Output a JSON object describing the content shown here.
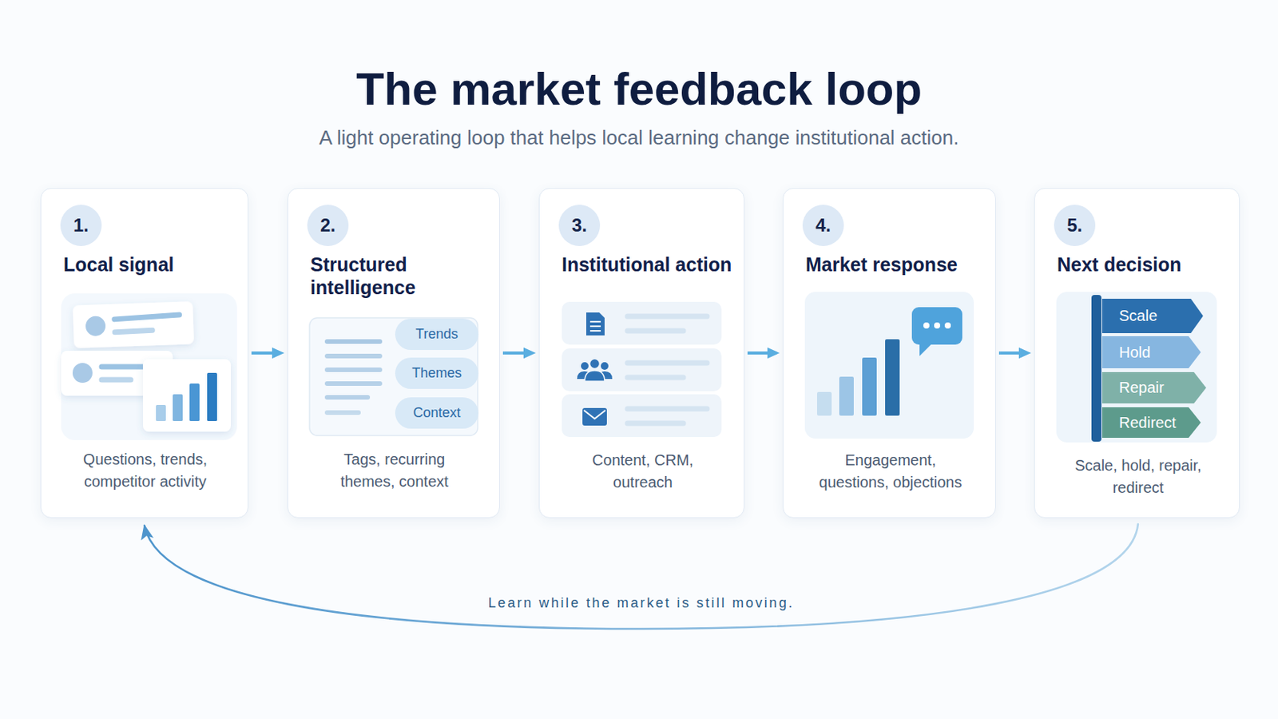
{
  "diagram": {
    "title": "The market feedback loop",
    "caption": "A light operating loop that helps local learning change institutional action.",
    "nodes": [
      {
        "text": [
          "Local signal",
          "Questions, trends, competitor activity"
        ]
      },
      {
        "text": [
          "1."
        ],
        "in": 0
      },
      {
        "text": [
          "Structured intelligence",
          "Tags, recurring themes, context"
        ]
      },
      {
        "text": [
          "2."
        ],
        "in": 2
      },
      {
        "text": [
          "Trends"
        ],
        "in": 2
      },
      {
        "text": [
          "Themes"
        ],
        "in": 2
      },
      {
        "text": [
          "Context"
        ],
        "in": 2
      },
      {
        "text": [
          "Institutional action",
          "Content, CRM, outreach"
        ]
      },
      {
        "text": [
          "3."
        ],
        "in": 7
      },
      {
        "text": [
          "Market response",
          "Engagement, questions, objections"
        ]
      },
      {
        "text": [
          "4."
        ],
        "in": 9
      },
      {
        "text": [
          "Next decision",
          "Scale, hold, repair, redirect"
        ]
      },
      {
        "text": [
          "5."
        ],
        "in": 11
      },
      {
        "text": [
          "Scale"
        ],
        "in": 11
      },
      {
        "text": [
          "Hold"
        ],
        "in": 11
      },
      {
        "text": [
          "Repair"
        ],
        "in": 11
      },
      {
        "text": [
          "Redirect"
        ],
        "in": 11
      }
    ],
    "edges": [
      {
        "from": 0,
        "to": 2,
        "arrow": "to"
      },
      {
        "from": 2,
        "to": 7,
        "arrow": "to"
      },
      {
        "from": 7,
        "to": 9,
        "arrow": "to"
      },
      {
        "from": 9,
        "to": 11,
        "arrow": "to"
      },
      {
        "from": 11,
        "to": 0,
        "label": "Learn while the market is still moving.",
        "arrow": "to"
      }
    ]
  }
}
